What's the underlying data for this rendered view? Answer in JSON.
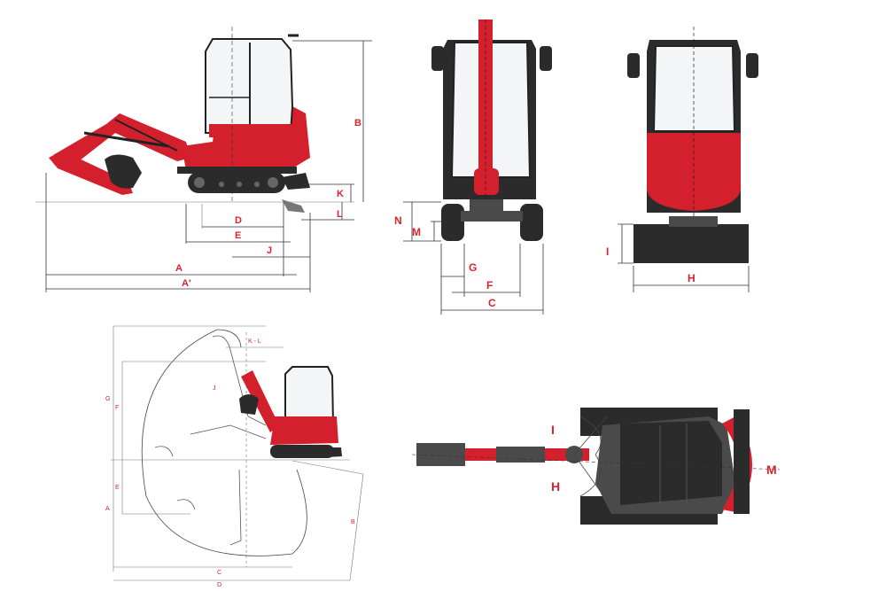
{
  "colors": {
    "machine_red": "#d4202c",
    "label_red": "#d9232e",
    "track_dark": "#2b2b2b"
  },
  "side_view": {
    "labels": {
      "A": "A",
      "A_prime": "A'",
      "B": "B",
      "D": "D",
      "E": "E",
      "J": "J",
      "K": "K",
      "L": "L"
    }
  },
  "front_view": {
    "labels": {
      "C": "C",
      "F": "F",
      "G": "G",
      "M": "M",
      "N": "N"
    }
  },
  "rear_view": {
    "labels": {
      "H": "H",
      "I": "I"
    }
  },
  "working_range": {
    "labels": {
      "A_left": "A",
      "A": "A",
      "B": "B",
      "C": "C",
      "D": "D",
      "E": "E",
      "F": "F",
      "G": "G",
      "J": "J",
      "K_L": "K - L"
    }
  },
  "top_view": {
    "labels": {
      "H": "H",
      "I": "I",
      "M": "M"
    }
  }
}
